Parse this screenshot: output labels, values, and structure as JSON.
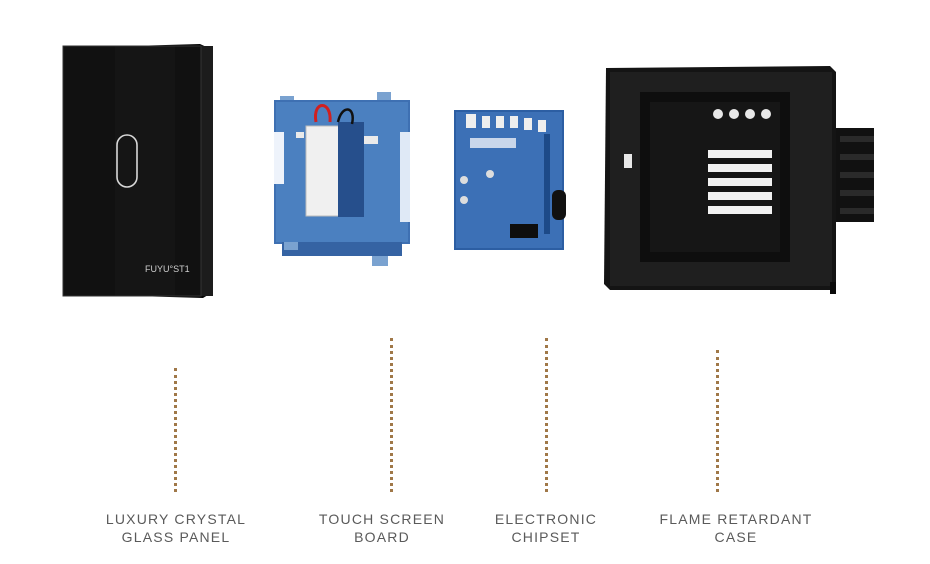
{
  "components": [
    {
      "id": "panel",
      "line1": "LUXURY CRYSTAL",
      "line2": "GLASS PANEL"
    },
    {
      "id": "touch",
      "line1": "TOUCH SCREEN",
      "line2": "BOARD"
    },
    {
      "id": "chipset",
      "line1": "ELECTRONIC",
      "line2": "CHIPSET"
    },
    {
      "id": "case",
      "line1": "FLAME RETARDANT",
      "line2": "CASE"
    }
  ],
  "panel_brand": "FUYU°ST1",
  "colors": {
    "glass": "#0b0b0b",
    "pcb": "#3d6fb0",
    "case": "#1a1a1a",
    "dots": "#a07848",
    "label": "#5a5a5a"
  }
}
